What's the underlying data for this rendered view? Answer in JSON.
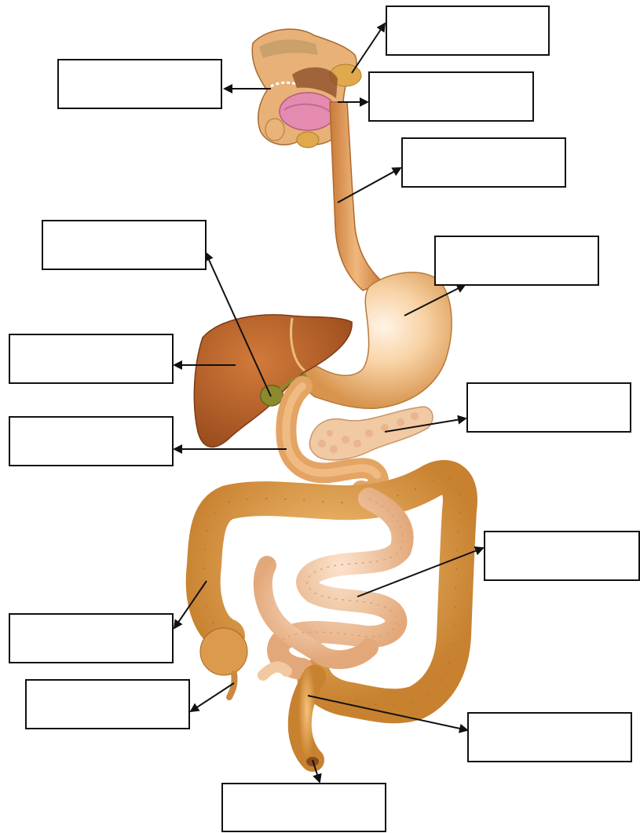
{
  "diagram": {
    "subject": "digestive-system",
    "label_boxes": [
      {
        "id": "box-salivary-gland",
        "text": ""
      },
      {
        "id": "box-mouth",
        "text": ""
      },
      {
        "id": "box-pharynx",
        "text": ""
      },
      {
        "id": "box-esophagus",
        "text": ""
      },
      {
        "id": "box-gallbladder",
        "text": ""
      },
      {
        "id": "box-stomach",
        "text": ""
      },
      {
        "id": "box-liver",
        "text": ""
      },
      {
        "id": "box-duodenum",
        "text": ""
      },
      {
        "id": "box-pancreas",
        "text": ""
      },
      {
        "id": "box-small-intestine",
        "text": ""
      },
      {
        "id": "box-large-intestine",
        "text": ""
      },
      {
        "id": "box-appendix",
        "text": ""
      },
      {
        "id": "box-rectum",
        "text": ""
      },
      {
        "id": "box-anus",
        "text": ""
      }
    ],
    "colors": {
      "organ_base": "#e6a45a",
      "organ_dark": "#b9712f",
      "liver": "#b8622a",
      "tongue": "#e58bb0",
      "small_intestine": "#f2c8a0",
      "pancreas": "#f1c9a2",
      "gallbladder": "#8b8a2e",
      "line": "#111111"
    }
  }
}
